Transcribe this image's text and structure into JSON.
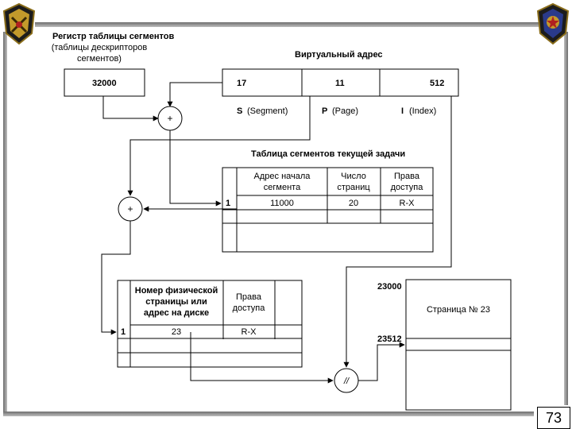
{
  "page_number": "73",
  "seg_register": {
    "title_line1": "Регистр таблицы сегментов",
    "title_line2": "(таблицы дескрипторов",
    "title_line3": "сегментов)",
    "value": "32000"
  },
  "virtual_address": {
    "title": "Виртуальный адрес",
    "s_value": "17",
    "p_value": "11",
    "i_value": "512",
    "s_letter": "S",
    "s_label": "(Segment)",
    "p_letter": "P",
    "p_label": "(Page)",
    "i_letter": "I",
    "i_label": "(Index)"
  },
  "operators": {
    "plus": "+",
    "concat": "//"
  },
  "segment_table": {
    "title": "Таблица сегментов текущей задачи",
    "col1_line1": "Адрес начала",
    "col1_line2": "сегмента",
    "col2_line1": "Число",
    "col2_line2": "страниц",
    "col3_line1": "Права",
    "col3_line2": "доступа",
    "row_index": "1",
    "row_addr": "11000",
    "row_pages": "20",
    "row_rights": "R-X"
  },
  "page_table": {
    "col1_line1": "Номер физической",
    "col1_line2": "страницы или",
    "col1_line3": "адрес на диске",
    "col2_line1": "Права",
    "col2_line2": "доступа",
    "row_index": "1",
    "row_page": "23",
    "row_rights": "R-X"
  },
  "memory": {
    "start_addr": "23000",
    "page_label": "Страница № 23",
    "target_addr": "23512"
  }
}
